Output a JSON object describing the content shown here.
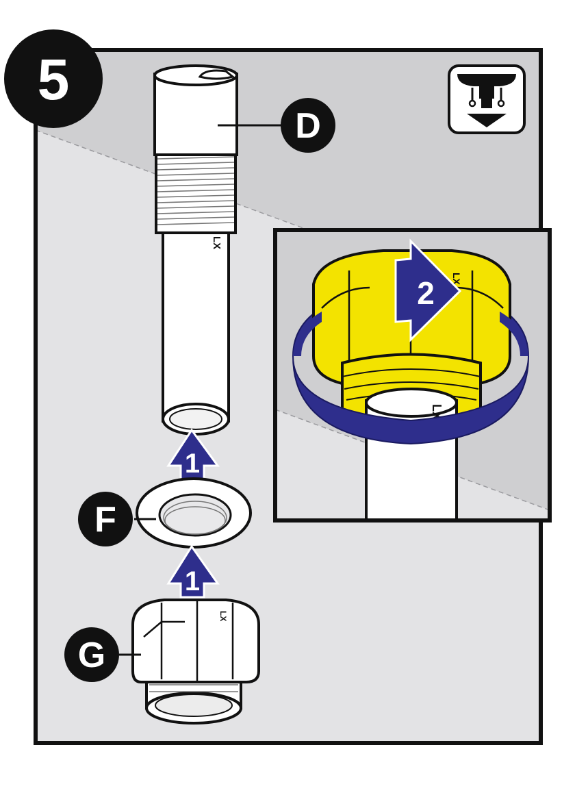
{
  "step": {
    "number": "5"
  },
  "callouts": {
    "d": "D",
    "f": "F",
    "g": "G"
  },
  "arrows": {
    "insert_1": "1",
    "insert_2": "1",
    "rotate": "2"
  },
  "part_marks": {
    "pipe_mark": "LX",
    "nut_mark": "LX",
    "detail_pipe_mark": "LX",
    "detail_nut_mark": "LX"
  },
  "icon": {
    "name": "under-sink-install-icon"
  },
  "colors": {
    "frame_bg_upper": "#cfcfd1",
    "frame_bg_lower": "#e3e3e5",
    "highlight_yellow": "#f3e300",
    "arrow_blue": "#2e2e8c",
    "ink": "#111111"
  }
}
